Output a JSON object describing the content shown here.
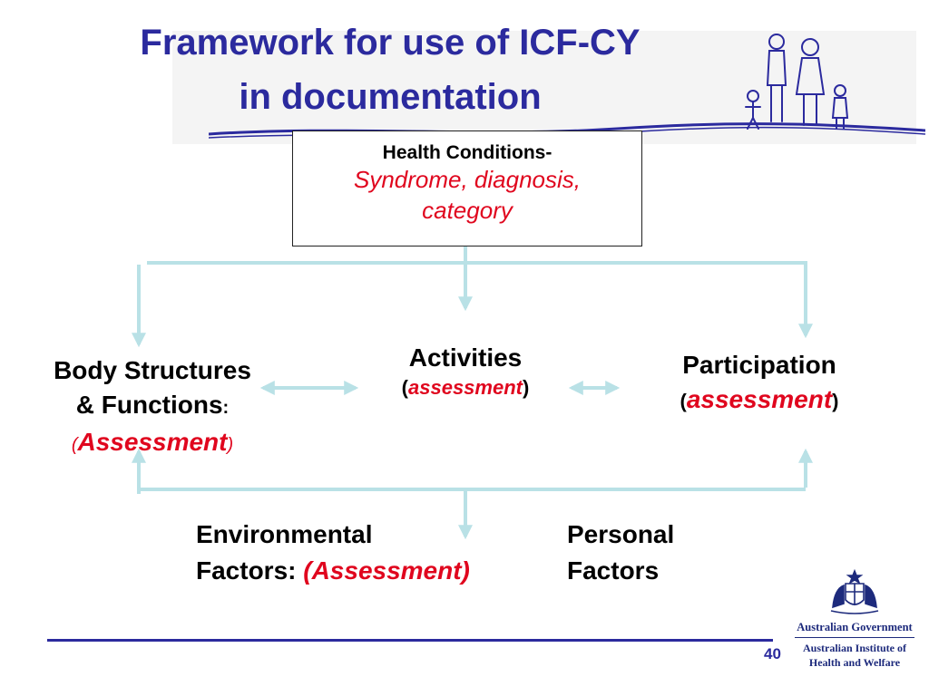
{
  "title_line1": "Framework for use of ICF-CY",
  "title_line2": "in  documentation",
  "health_conditions": {
    "heading": "Health Conditions-",
    "detail_line1": "Syndrome, diagnosis,",
    "detail_line2": "category"
  },
  "body_structures": {
    "line1": "Body Structures",
    "line2": "& Functions",
    "colon": ":",
    "open": "(",
    "label": "Assessment",
    "close": ")"
  },
  "activities": {
    "heading": "Activities",
    "open": "(",
    "label": "assessment",
    "close": ")"
  },
  "participation": {
    "heading": "Participation",
    "open": "(",
    "label": "assessment",
    "close": ")"
  },
  "environmental": {
    "line1": "Environmental",
    "line2": "Factors: ",
    "label": "(Assessment)"
  },
  "personal": {
    "line1": "Personal",
    "line2": "Factors"
  },
  "footer": {
    "page_number": "40",
    "gov_line": "Australian Government",
    "inst_line1": "Australian Institute of",
    "inst_line2": "Health and Welfare"
  },
  "colors": {
    "title": "#2b2a9e",
    "accent_red": "#e0061e",
    "connector": "#b9e1e6"
  },
  "icons": [
    "family-illustration",
    "coat-of-arms-emblem"
  ]
}
